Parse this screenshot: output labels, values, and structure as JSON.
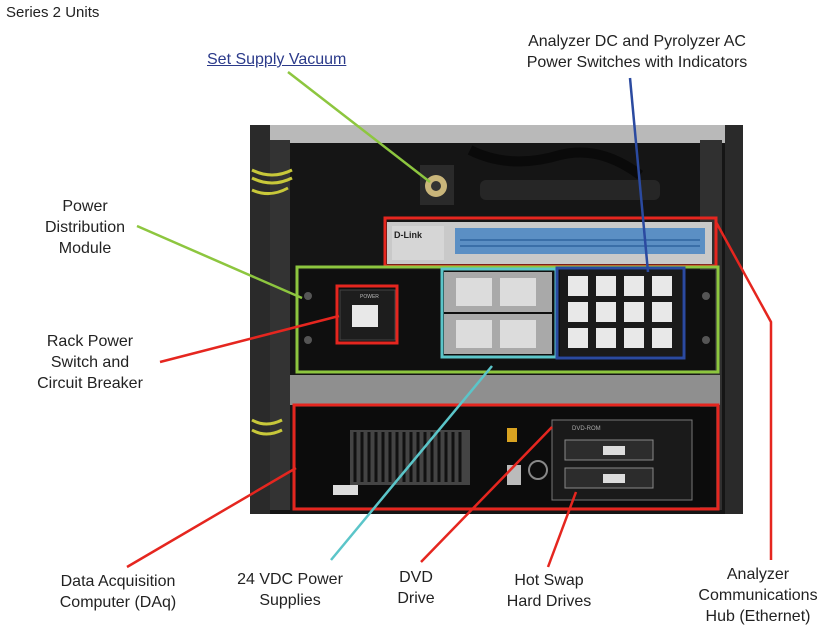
{
  "title": "Series 2 Units",
  "link_set_supply_vacuum": "Set Supply Vacuum",
  "labels": {
    "analyzer_switches": "Analyzer DC and Pyrolyzer AC\nPower Switches with Indicators",
    "power_distribution": "Power\nDistribution\nModule",
    "rack_power": "Rack Power\nSwitch and\nCircuit Breaker",
    "daq": "Data Acquisition\nComputer (DAq)",
    "vdc": "24 VDC Power\nSupplies",
    "dvd": "DVD\nDrive",
    "hotswap": "Hot Swap\nHard Drives",
    "hub": "Analyzer\nCommunications\nHub (Ethernet)"
  },
  "equipment_text": {
    "hub_brand": "D-Link",
    "dvd_brand": "DVD-ROM",
    "breaker": "POWER"
  },
  "colors": {
    "red": "#e5261f",
    "green": "#8dc63f",
    "cyan": "#5bc5c9",
    "blue": "#2b4aa0",
    "link": "#2b3a8a"
  }
}
